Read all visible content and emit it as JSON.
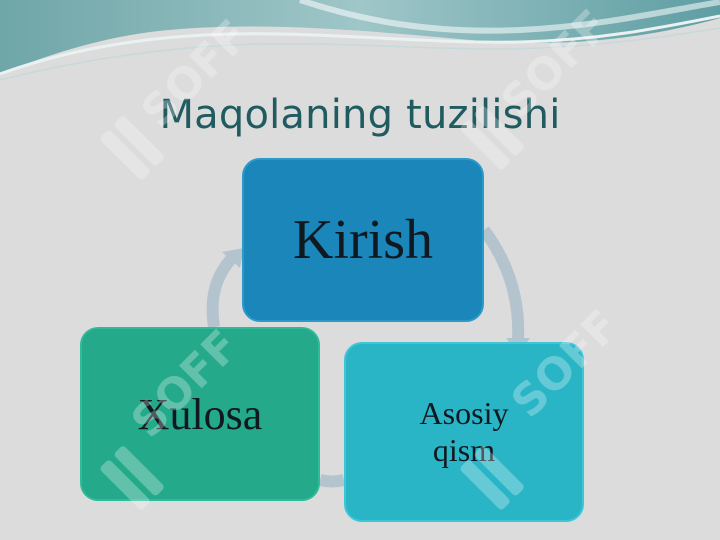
{
  "slide": {
    "title": "Maqolaning tuzilishi"
  },
  "cycle": {
    "nodes": [
      {
        "label": "Kirish"
      },
      {
        "label": "Asosiy\nqism"
      },
      {
        "label": "Xulosa"
      }
    ]
  },
  "watermark": {
    "text": "SOFF",
    "icon": "brand-logo-icon"
  },
  "colors": {
    "background": "#dcdcdd",
    "title": "#1f5b5f",
    "node_kirish": "#1a86b9",
    "node_asosiy": "#2ab5c6",
    "node_xulosa": "#24a98a",
    "arrow": "#b4c4cf"
  }
}
